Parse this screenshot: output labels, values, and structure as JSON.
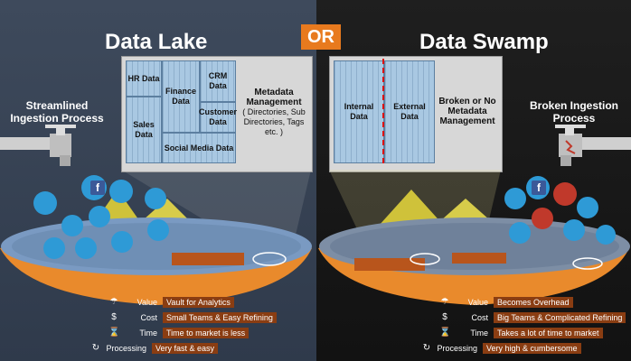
{
  "left": {
    "title": "Data Lake",
    "subtitle_l1": "Streamlined",
    "subtitle_l2": "Ingestion Process",
    "cells": {
      "hr": "HR Data",
      "finance": "Finance Data",
      "crm": "CRM Data",
      "sales": "Sales Data",
      "customer": "Customer Data",
      "social": "Social Media Data"
    },
    "meta_l1": "Metadata",
    "meta_l2": "Management",
    "meta_detail": "( Directories, Sub Directories, Tags etc. )",
    "legend": [
      {
        "key": "Value",
        "value": "Vault for Analytics"
      },
      {
        "key": "Cost",
        "value": "Small Teams & Easy Refining"
      },
      {
        "key": "Time",
        "value": "Time to market is less"
      },
      {
        "key": "Processing",
        "value": "Very fast & easy"
      }
    ]
  },
  "or_label": "OR",
  "right": {
    "title": "Data Swamp",
    "subtitle_l1": "Broken Ingestion",
    "subtitle_l2": "Process",
    "cells": {
      "internal": "Internal Data",
      "external": "External Data"
    },
    "meta_text": "Broken or No Metadata Management",
    "legend": [
      {
        "key": "Value",
        "value": "Becomes Overhead"
      },
      {
        "key": "Cost",
        "value": "Big Teams & Complicated Refining"
      },
      {
        "key": "Time",
        "value": "Takes a lot of time to market"
      },
      {
        "key": "Processing",
        "value": "Very high & cumbersome"
      }
    ]
  },
  "colors": {
    "accent_orange": "#e87a1e",
    "lake_water": "#6f8fb5",
    "legend_value_bg": "#8a3d12"
  }
}
